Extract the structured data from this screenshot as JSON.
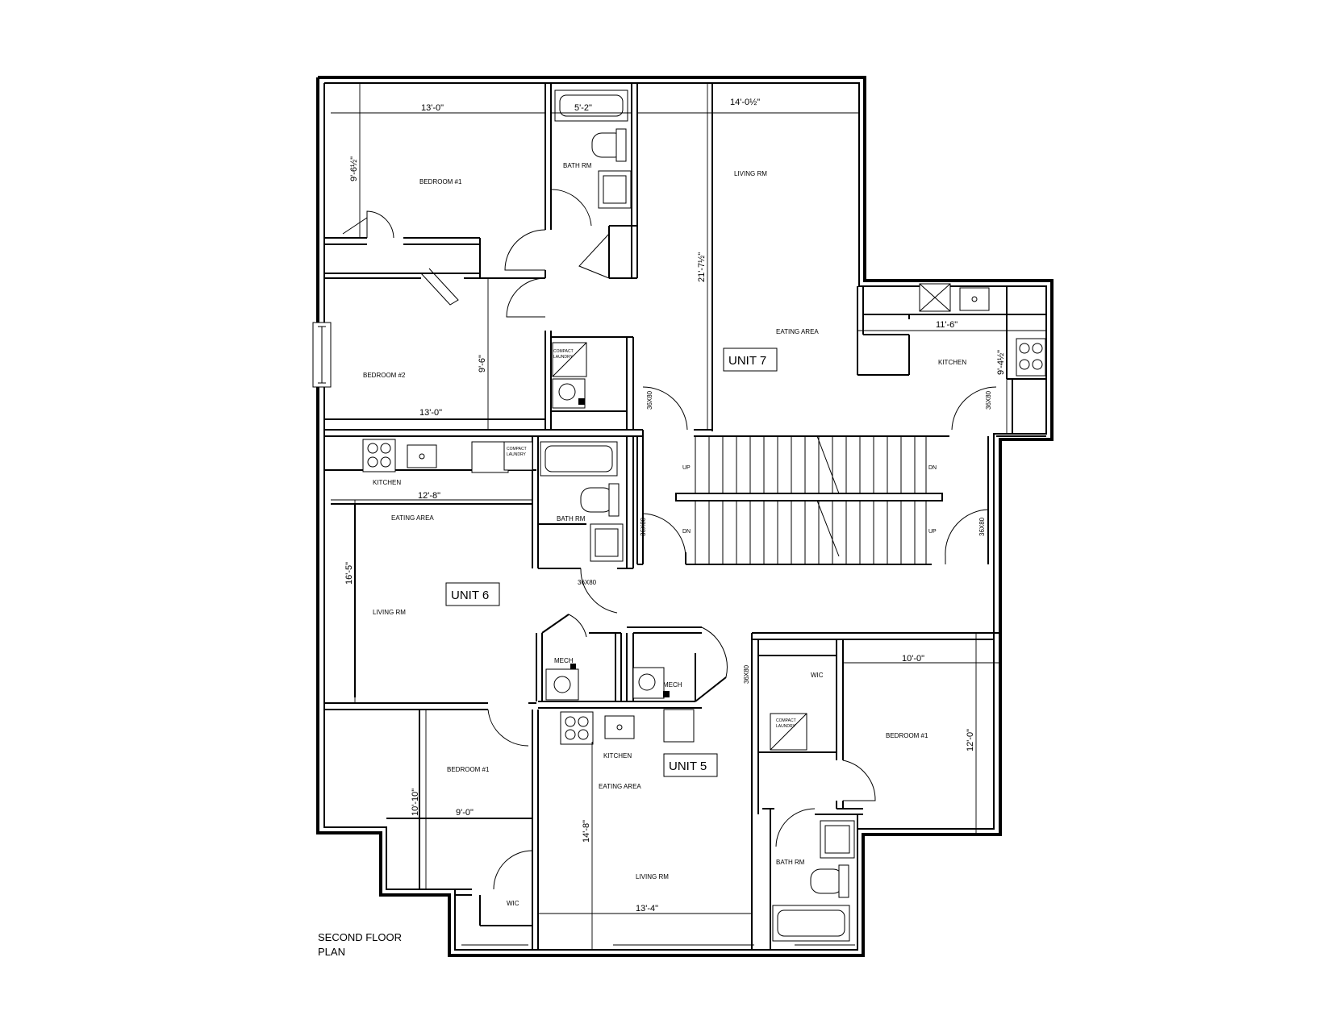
{
  "plan_title_line1": "SECOND FLOOR",
  "plan_title_line2": "PLAN",
  "units": {
    "unit7": {
      "label": "UNIT 7",
      "rooms": {
        "bedroom1": "BEDROOM #1",
        "bedroom2": "BEDROOM #2",
        "bath": "BATH RM",
        "living": "LIVING RM",
        "eating": "EATING AREA",
        "kitchen": "KITCHEN",
        "laundry1": "COMPACT",
        "laundry2": "LAUNDRY"
      },
      "dims": {
        "bed1_width": "13'-0\"",
        "bath_width": "5'-2\"",
        "living_width": "14'-0½\"",
        "bed1_depth": "9'-6½\"",
        "living_depth": "21'-7½\"",
        "bed2_depth": "9'-6\"",
        "bed2_width": "13'-0\"",
        "kitchen_width": "11'-6\"",
        "kitchen_depth": "9'-4½\""
      }
    },
    "unit6": {
      "label": "UNIT 6",
      "rooms": {
        "kitchen": "KITCHEN",
        "eating": "EATING AREA",
        "living": "LIVING RM",
        "bath": "BATH RM",
        "laundry1": "COMPACT",
        "laundry2": "LAUNDRY",
        "mech": "MECH",
        "bedroom1": "BEDROOM #1",
        "wic": "WIC"
      },
      "dims": {
        "kitchen_width": "12'-8\"",
        "living_depth": "16'-5\"",
        "bed_depth": "10'-10\"",
        "bed_width": "9'-0\""
      }
    },
    "unit5": {
      "label": "UNIT 5",
      "rooms": {
        "mech": "MECH",
        "kitchen": "KITCHEN",
        "eating": "EATING AREA",
        "living": "LIVING RM",
        "wic": "WIC",
        "laundry1": "COMPACT",
        "laundry2": "LAUNDRY",
        "bedroom1": "BEDROOM #1",
        "bath": "BATH RM"
      },
      "dims": {
        "bed_width": "10'-0\"",
        "bed_depth": "12'-0\"",
        "living_depth": "14'-8\"",
        "living_width": "13'-4\""
      }
    }
  },
  "stairs": {
    "up": "UP",
    "dn": "DN"
  },
  "doors": {
    "unit_door": "36X80"
  }
}
